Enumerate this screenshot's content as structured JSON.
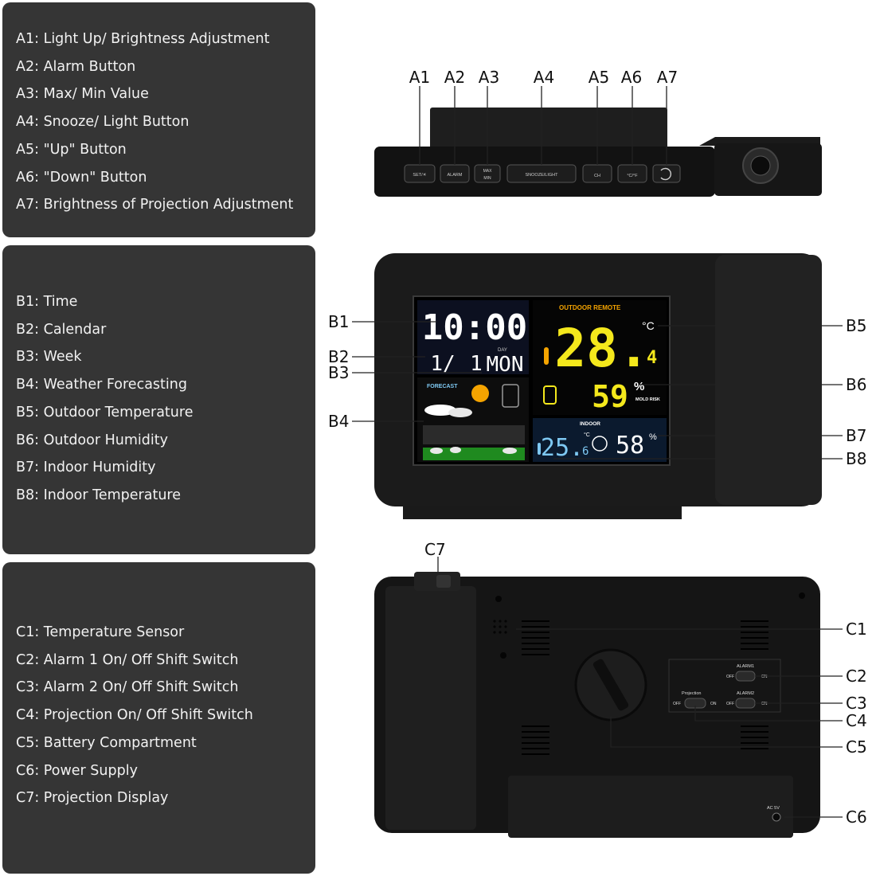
{
  "section_a": {
    "legend": [
      "A1: Light Up/ Brightness Adjustment",
      "A2: Alarm Button",
      "A3: Max/ Min Value",
      "A4: Snooze/ Light Button",
      "A5: \"Up\" Button",
      "A6: \"Down\" Button",
      "A7: Brightness of Projection Adjustment"
    ],
    "callouts": [
      "A1",
      "A2",
      "A3",
      "A4",
      "A5",
      "A6",
      "A7"
    ],
    "button_labels": {
      "set": "SET/☀",
      "alarm": "ALARM",
      "maxmin_top": "MAX",
      "maxmin_bottom": "MIN",
      "snooze": "SNOOZE/LIGHT",
      "up": "CH",
      "down": "°C/°F"
    }
  },
  "section_b": {
    "legend": [
      "B1: Time",
      "B2: Calendar",
      "B3: Week",
      "B4: Weather Forecasting",
      "B5: Outdoor Temperature",
      "B6: Outdoor Humidity",
      "B7: Indoor Humidity",
      "B8: Indoor Temperature"
    ],
    "callouts": [
      "B1",
      "B2",
      "B3",
      "B4",
      "B5",
      "B6",
      "B7",
      "B8"
    ],
    "screen": {
      "time": "10:00",
      "month": "1/",
      "day": "1",
      "day_label": "DAY",
      "week": "MON",
      "forecast_label": "FORECAST",
      "outdoor_label": "OUTDOOR REMOTE",
      "outdoor_temp": "28.",
      "outdoor_temp_decimal": "4",
      "outdoor_temp_unit": "°C",
      "outdoor_humidity": "59",
      "humidity_unit": "%",
      "mold_risk": "MOLD RISK",
      "indoor_label": "INDOOR",
      "indoor_temp": "25.",
      "indoor_temp_decimal": "6",
      "indoor_temp_unit": "°C",
      "indoor_humidity": "58",
      "indoor_humidity_unit": "%"
    }
  },
  "section_c": {
    "legend": [
      "C1: Temperature Sensor",
      "C2: Alarm 1 On/ Off Shift Switch",
      "C3: Alarm 2 On/ Off Shift Switch",
      "C4: Projection On/ Off Shift Switch",
      "C5: Battery Compartment",
      "C6: Power Supply",
      "C7: Projection Display"
    ],
    "callouts": [
      "C1",
      "C2",
      "C3",
      "C4",
      "C5",
      "C6",
      "C7"
    ],
    "switch_labels": {
      "alarm1": "ALARM1",
      "alarm2": "ALARM2",
      "projection": "Projection",
      "off": "OFF",
      "on": "ON",
      "power": "AC 5V"
    }
  },
  "colors": {
    "panel_bg": "#353535",
    "device_body": "#1c1c1c",
    "lcd_yellow": "#f4e81c",
    "lcd_cyan": "#7ec8f2",
    "lcd_white": "#ffffff",
    "lcd_orange": "#f5a400"
  }
}
